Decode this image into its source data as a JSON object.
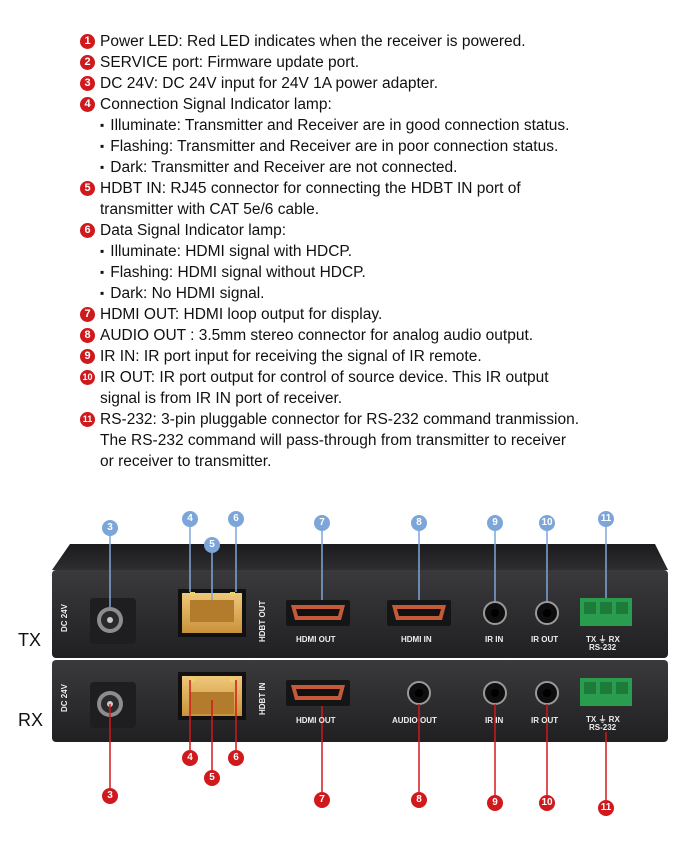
{
  "features": [
    {
      "num": "1",
      "text": "Power LED: Red LED indicates when the receiver is powered."
    },
    {
      "num": "2",
      "text": "SERVICE port: Firmware update port."
    },
    {
      "num": "3",
      "text": "DC 24V: DC 24V input for 24V 1A power adapter."
    },
    {
      "num": "4",
      "text": "Connection Signal Indicator lamp:",
      "subs": [
        "Illuminate: Transmitter and Receiver are in good connection status.",
        "Flashing: Transmitter and Receiver are in poor connection status.",
        "Dark: Transmitter and Receiver are not connected."
      ]
    },
    {
      "num": "5",
      "text": "HDBT IN: RJ45 connector for connecting the HDBT IN port of",
      "cont": [
        "transmitter with CAT 5e/6 cable."
      ]
    },
    {
      "num": "6",
      "text": "Data Signal Indicator lamp:",
      "subs": [
        "Illuminate: HDMI signal with HDCP.",
        "Flashing: HDMI signal without HDCP.",
        "Dark: No HDMI signal."
      ]
    },
    {
      "num": "7",
      "text": "HDMI OUT: HDMI loop output for display."
    },
    {
      "num": "8",
      "text": "AUDIO OUT : 3.5mm stereo connector for analog audio output."
    },
    {
      "num": "9",
      "text": "IR IN: IR port input for receiving the signal of IR remote."
    },
    {
      "num": "10",
      "text": "IR OUT: IR port output for control of source device. This IR output",
      "cont": [
        "signal is from IR IN port of receiver."
      ]
    },
    {
      "num": "11",
      "text": "RS-232: 3-pin pluggable connector for RS-232 command tranmission.",
      "cont": [
        "The RS-232 command will pass-through from transmitter to receiver",
        "or receiver to transmitter."
      ]
    }
  ],
  "devices": {
    "tx_side": "TX",
    "rx_side": "RX",
    "dc": "DC 24V",
    "hdbt_out": "HDBT OUT",
    "hdbt_in": "HDBT IN",
    "hdmi_out": "HDMI OUT",
    "hdmi_in": "HDMI IN",
    "audio_out": "AUDIO OUT",
    "ir_in": "IR IN",
    "ir_out": "IR OUT",
    "rs_pins": "TX ⏚ RX",
    "rs232": "RS-232"
  },
  "tx_callouts": [
    "3",
    "4",
    "5",
    "6",
    "7",
    "8",
    "9",
    "10",
    "11"
  ],
  "rx_callouts": [
    "3",
    "4",
    "5",
    "6",
    "7",
    "8",
    "9",
    "10",
    "11"
  ],
  "colors": {
    "accent_red": "#d0191c",
    "callout_blue": "#7ca6d9",
    "device_body": "#2b2b2d"
  }
}
